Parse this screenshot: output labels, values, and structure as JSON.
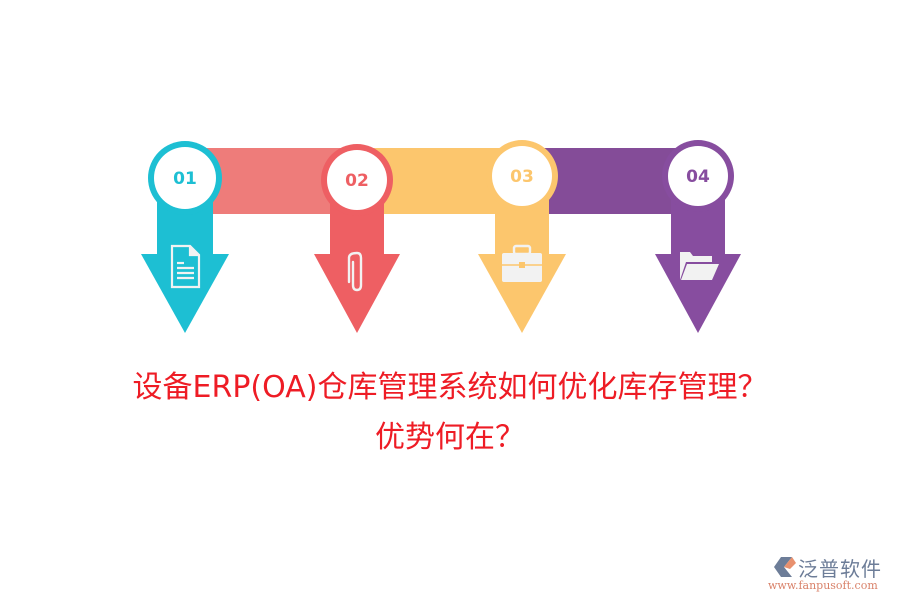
{
  "diagram": {
    "colors": {
      "step1": "#1dbfd3",
      "step2": "#ee5f63",
      "band12": "#ee7c7a",
      "step3": "#fcc66d",
      "band23": "#fcc66d",
      "step4": "#874d9f",
      "band34": "#844c98"
    },
    "steps": [
      {
        "number": "01",
        "icon": "document-icon"
      },
      {
        "number": "02",
        "icon": "paperclip-icon"
      },
      {
        "number": "03",
        "icon": "briefcase-icon"
      },
      {
        "number": "04",
        "icon": "folder-icon"
      }
    ]
  },
  "title": {
    "line1": "设备ERP(OA)仓库管理系统如何优化库存管理？",
    "line2": "优势何在？"
  },
  "logo": {
    "brand": "泛普软件",
    "url": "www.fanpusoft.com"
  }
}
